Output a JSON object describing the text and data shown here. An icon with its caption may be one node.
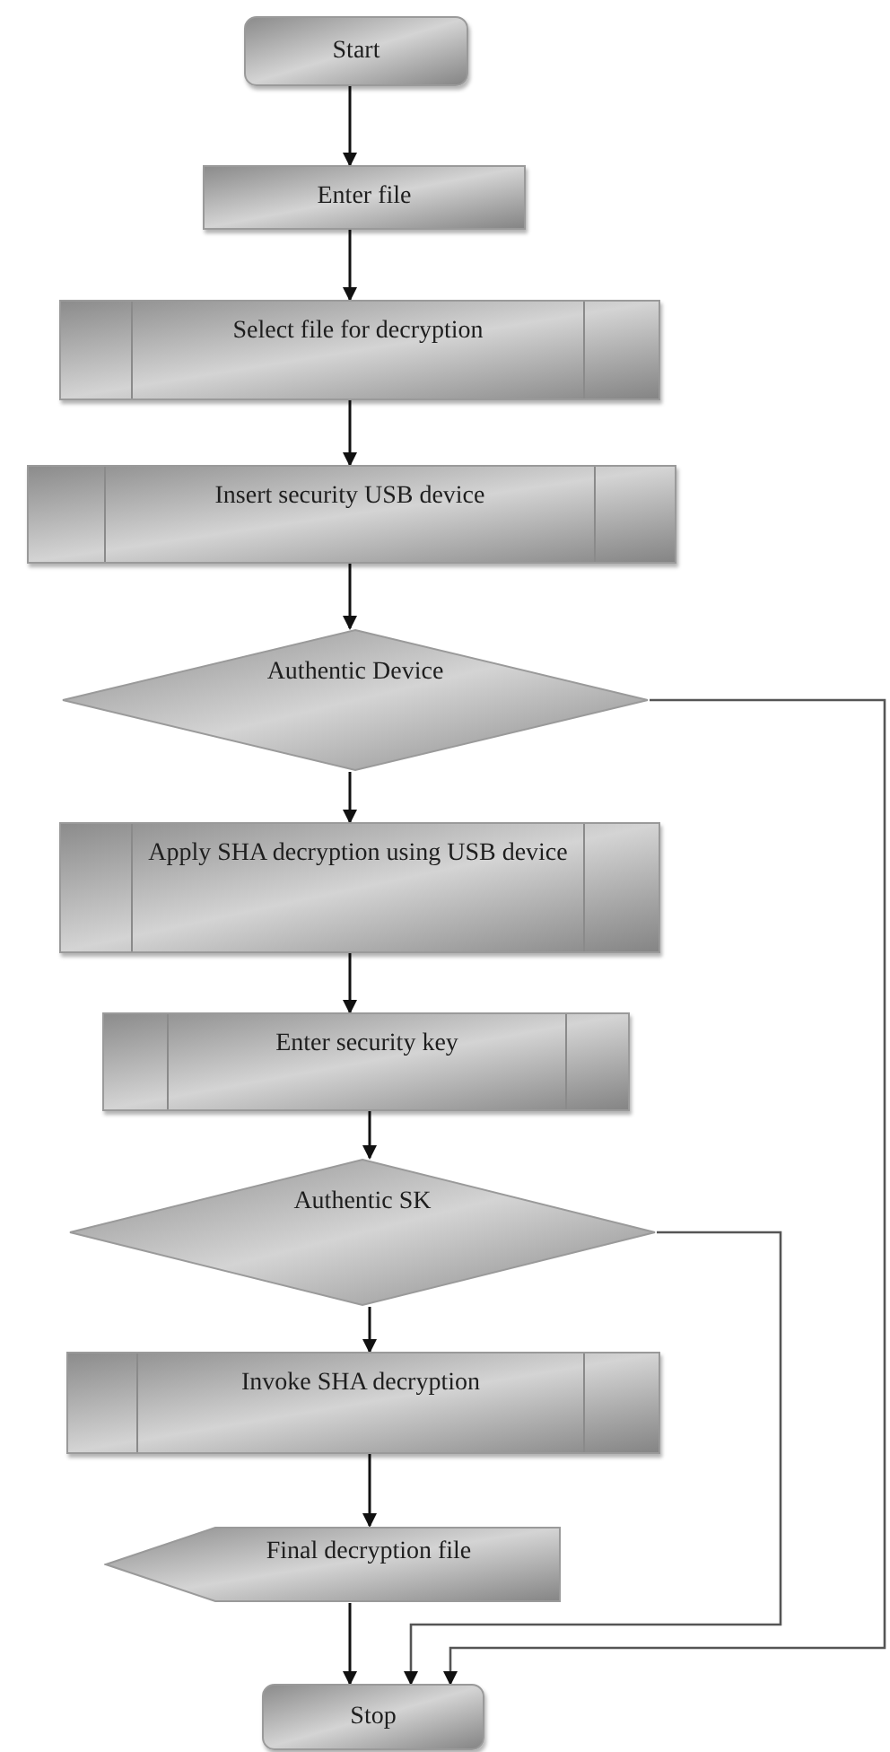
{
  "diagram": {
    "nodes": [
      {
        "text": [
          "Start"
        ]
      },
      {
        "text": [
          "Enter file"
        ]
      },
      {
        "text": [
          "Select file for decryption"
        ]
      },
      {
        "text": [
          "Insert security USB device"
        ]
      },
      {
        "text": [
          "Authentic Device"
        ]
      },
      {
        "text": [
          "Apply SHA decryption using USB device"
        ]
      },
      {
        "text": [
          "Enter security key"
        ]
      },
      {
        "text": [
          "Authentic SK"
        ]
      },
      {
        "text": [
          "Invoke SHA decryption"
        ]
      },
      {
        "text": [
          "Final decryption file"
        ]
      },
      {
        "text": [
          "Stop"
        ]
      }
    ],
    "edges": [
      {
        "from": 0,
        "to": 1,
        "arrow": "to"
      },
      {
        "from": 1,
        "to": 2,
        "arrow": "to"
      },
      {
        "from": 2,
        "to": 3,
        "arrow": "to"
      },
      {
        "from": 3,
        "to": 4,
        "arrow": "to"
      },
      {
        "from": 4,
        "to": 5,
        "arrow": "to"
      },
      {
        "from": 5,
        "to": 6,
        "arrow": "to"
      },
      {
        "from": 6,
        "to": 7,
        "arrow": "to"
      },
      {
        "from": 7,
        "to": 8,
        "arrow": "to"
      },
      {
        "from": 8,
        "to": 9,
        "arrow": "to"
      },
      {
        "from": 9,
        "to": 10,
        "arrow": "to"
      },
      {
        "from": 7,
        "to": 10,
        "arrow": "to"
      },
      {
        "from": 4,
        "to": 10,
        "arrow": "to"
      }
    ]
  }
}
